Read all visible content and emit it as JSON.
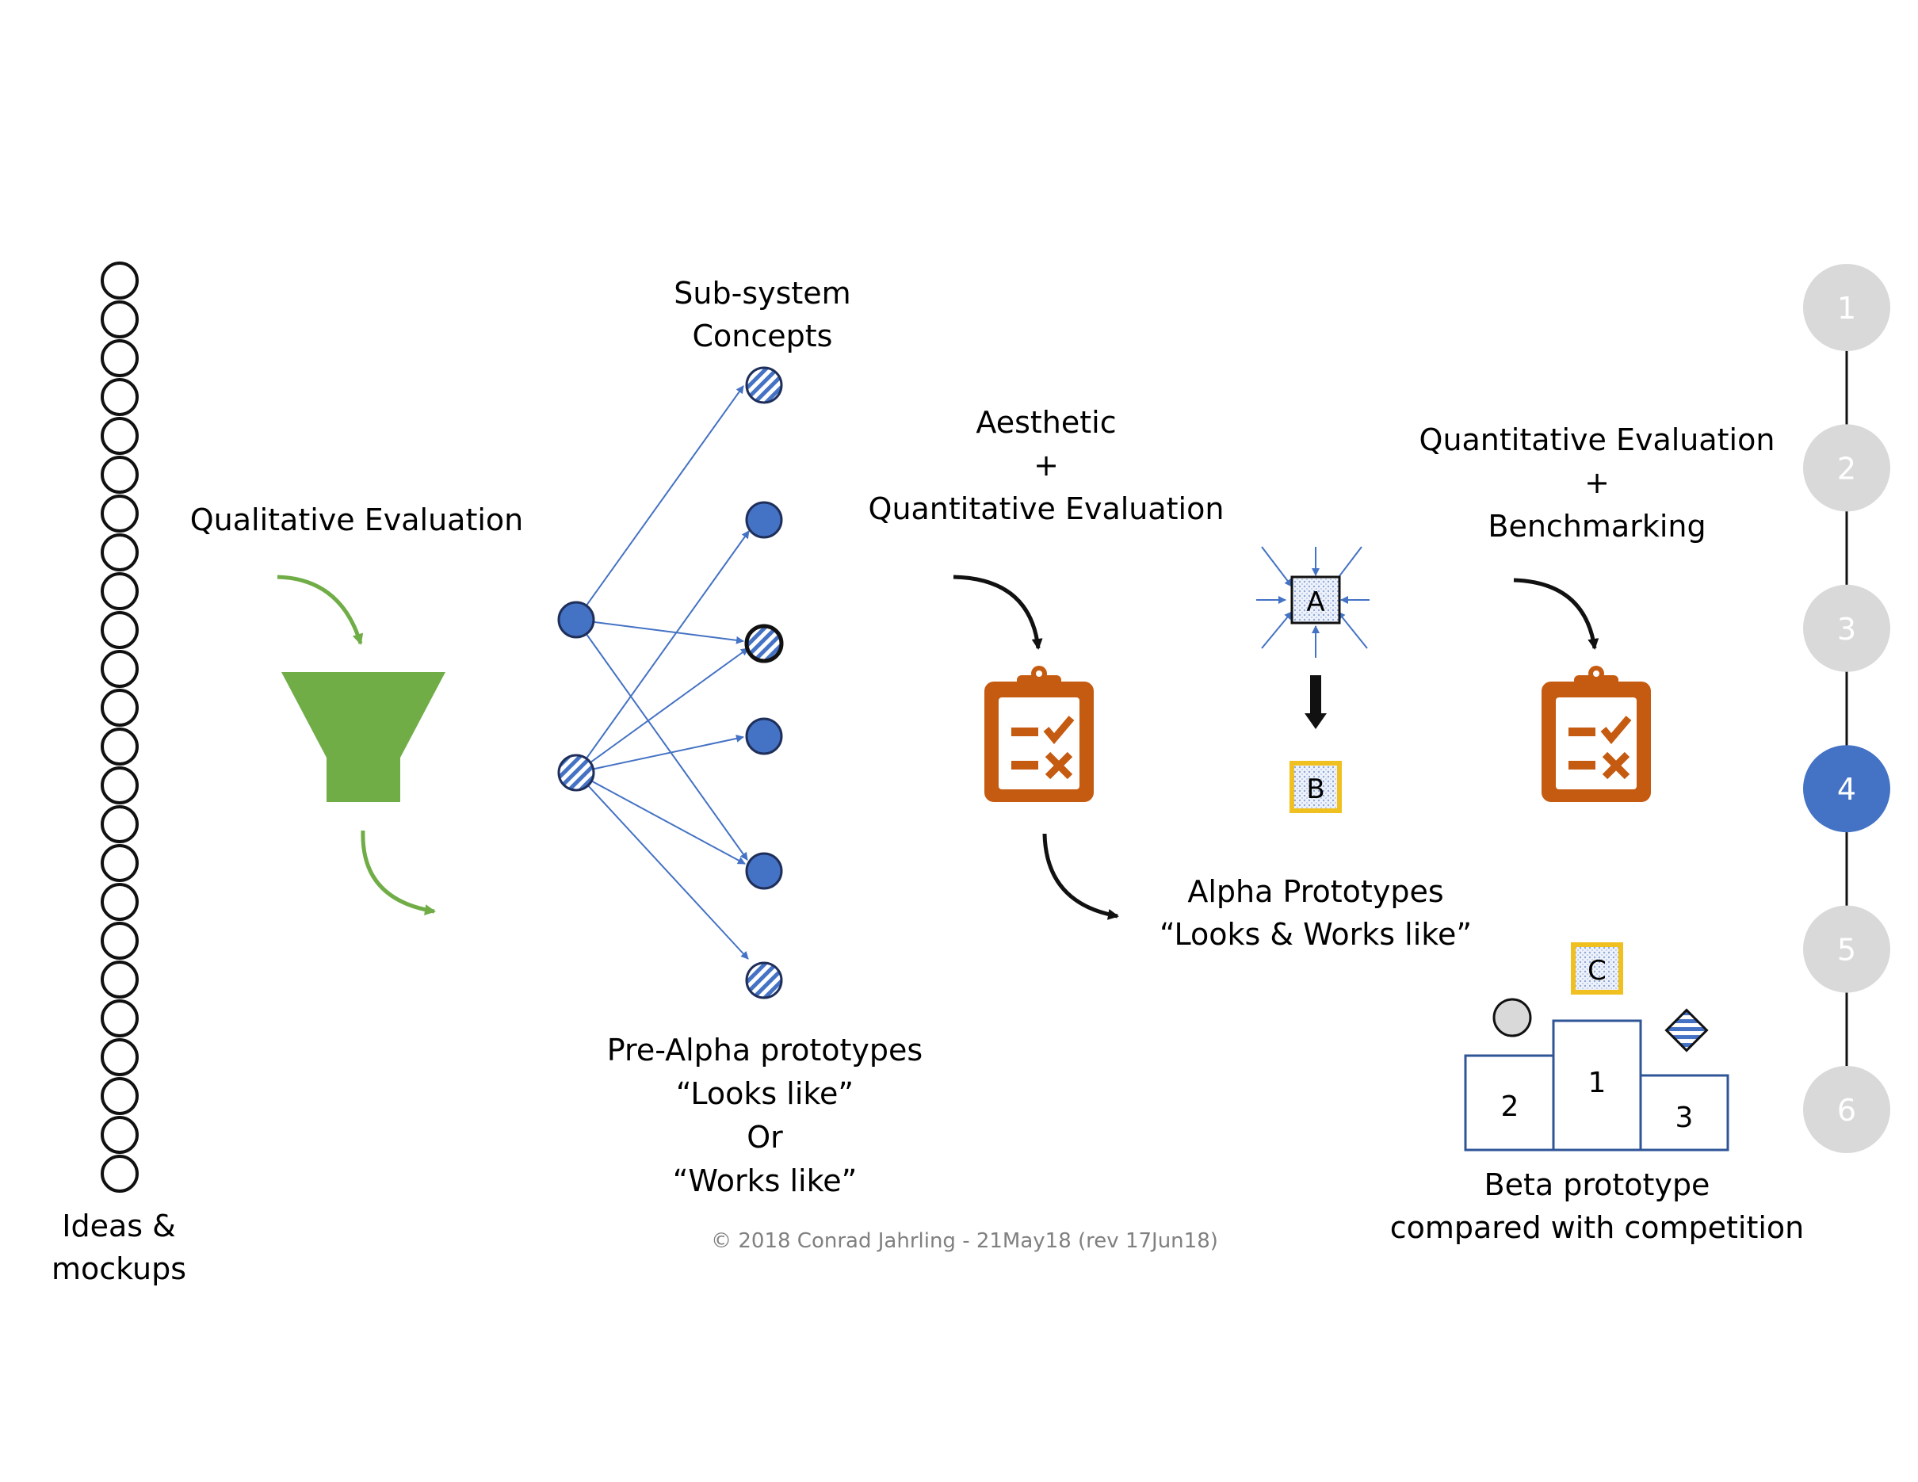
{
  "labels": {
    "ideas": [
      "Ideas &",
      "mockups"
    ],
    "qualitative": "Qualitative Evaluation",
    "subsystem": [
      "Sub-system",
      "Concepts"
    ],
    "prealpha": [
      "Pre-Alpha prototypes",
      "“Looks like”",
      "Or",
      "“Works like”"
    ],
    "aesthetic": [
      "Aesthetic",
      "+",
      "Quantitative Evaluation"
    ],
    "alpha": [
      "Alpha Prototypes",
      "“Looks & Works like”"
    ],
    "quant_bench": [
      "Quantitative Evaluation",
      "+",
      "Benchmarking"
    ],
    "beta": [
      "Beta prototype",
      "compared with competition"
    ],
    "copyright": "© 2018 Conrad Jahrling - 21May18 (rev 17Jun18)"
  },
  "prototypes": {
    "a": "A",
    "b": "B",
    "c": "C"
  },
  "podium": {
    "first": "1",
    "second": "2",
    "third": "3"
  },
  "steps": [
    {
      "label": "1",
      "active": false
    },
    {
      "label": "2",
      "active": false
    },
    {
      "label": "3",
      "active": false
    },
    {
      "label": "4",
      "active": true
    },
    {
      "label": "5",
      "active": false
    },
    {
      "label": "6",
      "active": false
    }
  ],
  "colors": {
    "green": "#70ad47",
    "blue": "#4472c4",
    "orange": "#c55a11",
    "gold": "#f0c020",
    "step_inactive": "#d9d9d9",
    "step_active": "#4472c4",
    "text": "#111111",
    "copyright": "#808080"
  },
  "icons": {
    "funnel": "funnel-icon",
    "clipboard": "clipboard-checklist-icon"
  }
}
